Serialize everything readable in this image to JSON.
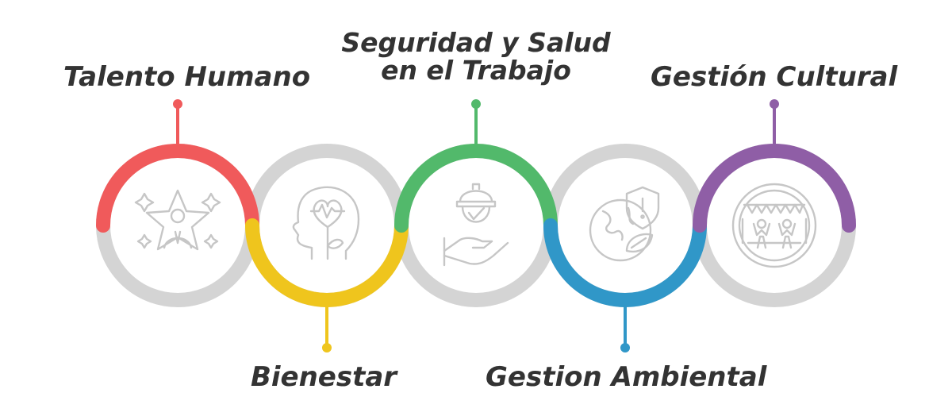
{
  "diagram": {
    "stages": [
      {
        "label": "Talento Humano",
        "color": "#f05a5b",
        "icon": "star-person-icon",
        "side": "top"
      },
      {
        "label": "Bienestar",
        "color": "#efc51d",
        "icon": "head-heart-icon",
        "side": "bottom"
      },
      {
        "label": "Seguridad y Salud en el Trabajo",
        "lines": [
          "Seguridad y Salud",
          "en el Trabajo"
        ],
        "color": "#52b96b",
        "icon": "safety-worker-icon",
        "side": "top"
      },
      {
        "label": "Gestion Ambiental",
        "color": "#3097c8",
        "icon": "globe-leaf-alert-icon",
        "side": "bottom"
      },
      {
        "label": "Gestión Cultural",
        "color": "#8f5ea6",
        "icon": "cultural-dance-icon",
        "side": "top"
      }
    ],
    "ring_color": "#d4d4d4",
    "icon_color": "#c6c6c6"
  }
}
